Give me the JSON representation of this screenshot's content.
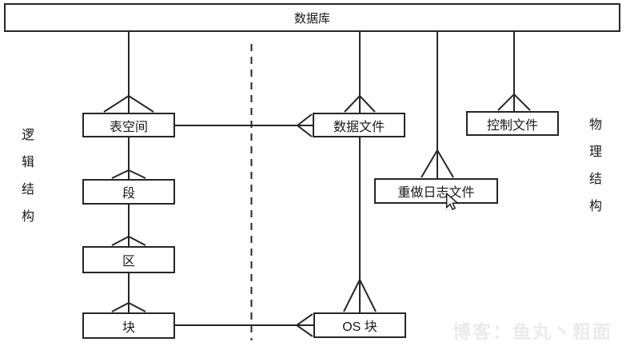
{
  "diagram": {
    "root": {
      "label": "数据库"
    },
    "logical": {
      "section_label": "逻辑结构",
      "nodes": [
        {
          "id": "tablespace",
          "label": "表空间"
        },
        {
          "id": "segment",
          "label": "段"
        },
        {
          "id": "extent",
          "label": "区"
        },
        {
          "id": "block",
          "label": "块"
        }
      ]
    },
    "physical": {
      "section_label": "物理结构",
      "nodes": [
        {
          "id": "datafile",
          "label": "数据文件"
        },
        {
          "id": "controlfile",
          "label": "控制文件"
        },
        {
          "id": "redolog",
          "label": "重做日志文件"
        },
        {
          "id": "osblock",
          "label": "OS 块"
        }
      ]
    },
    "watermark": "博客：鱼丸丶粗面",
    "colors": {
      "line": "#262626",
      "box_border": "#262626",
      "box_fill": "#ffffff",
      "watermark": "#ebebeb",
      "background": "#ffffff"
    }
  }
}
